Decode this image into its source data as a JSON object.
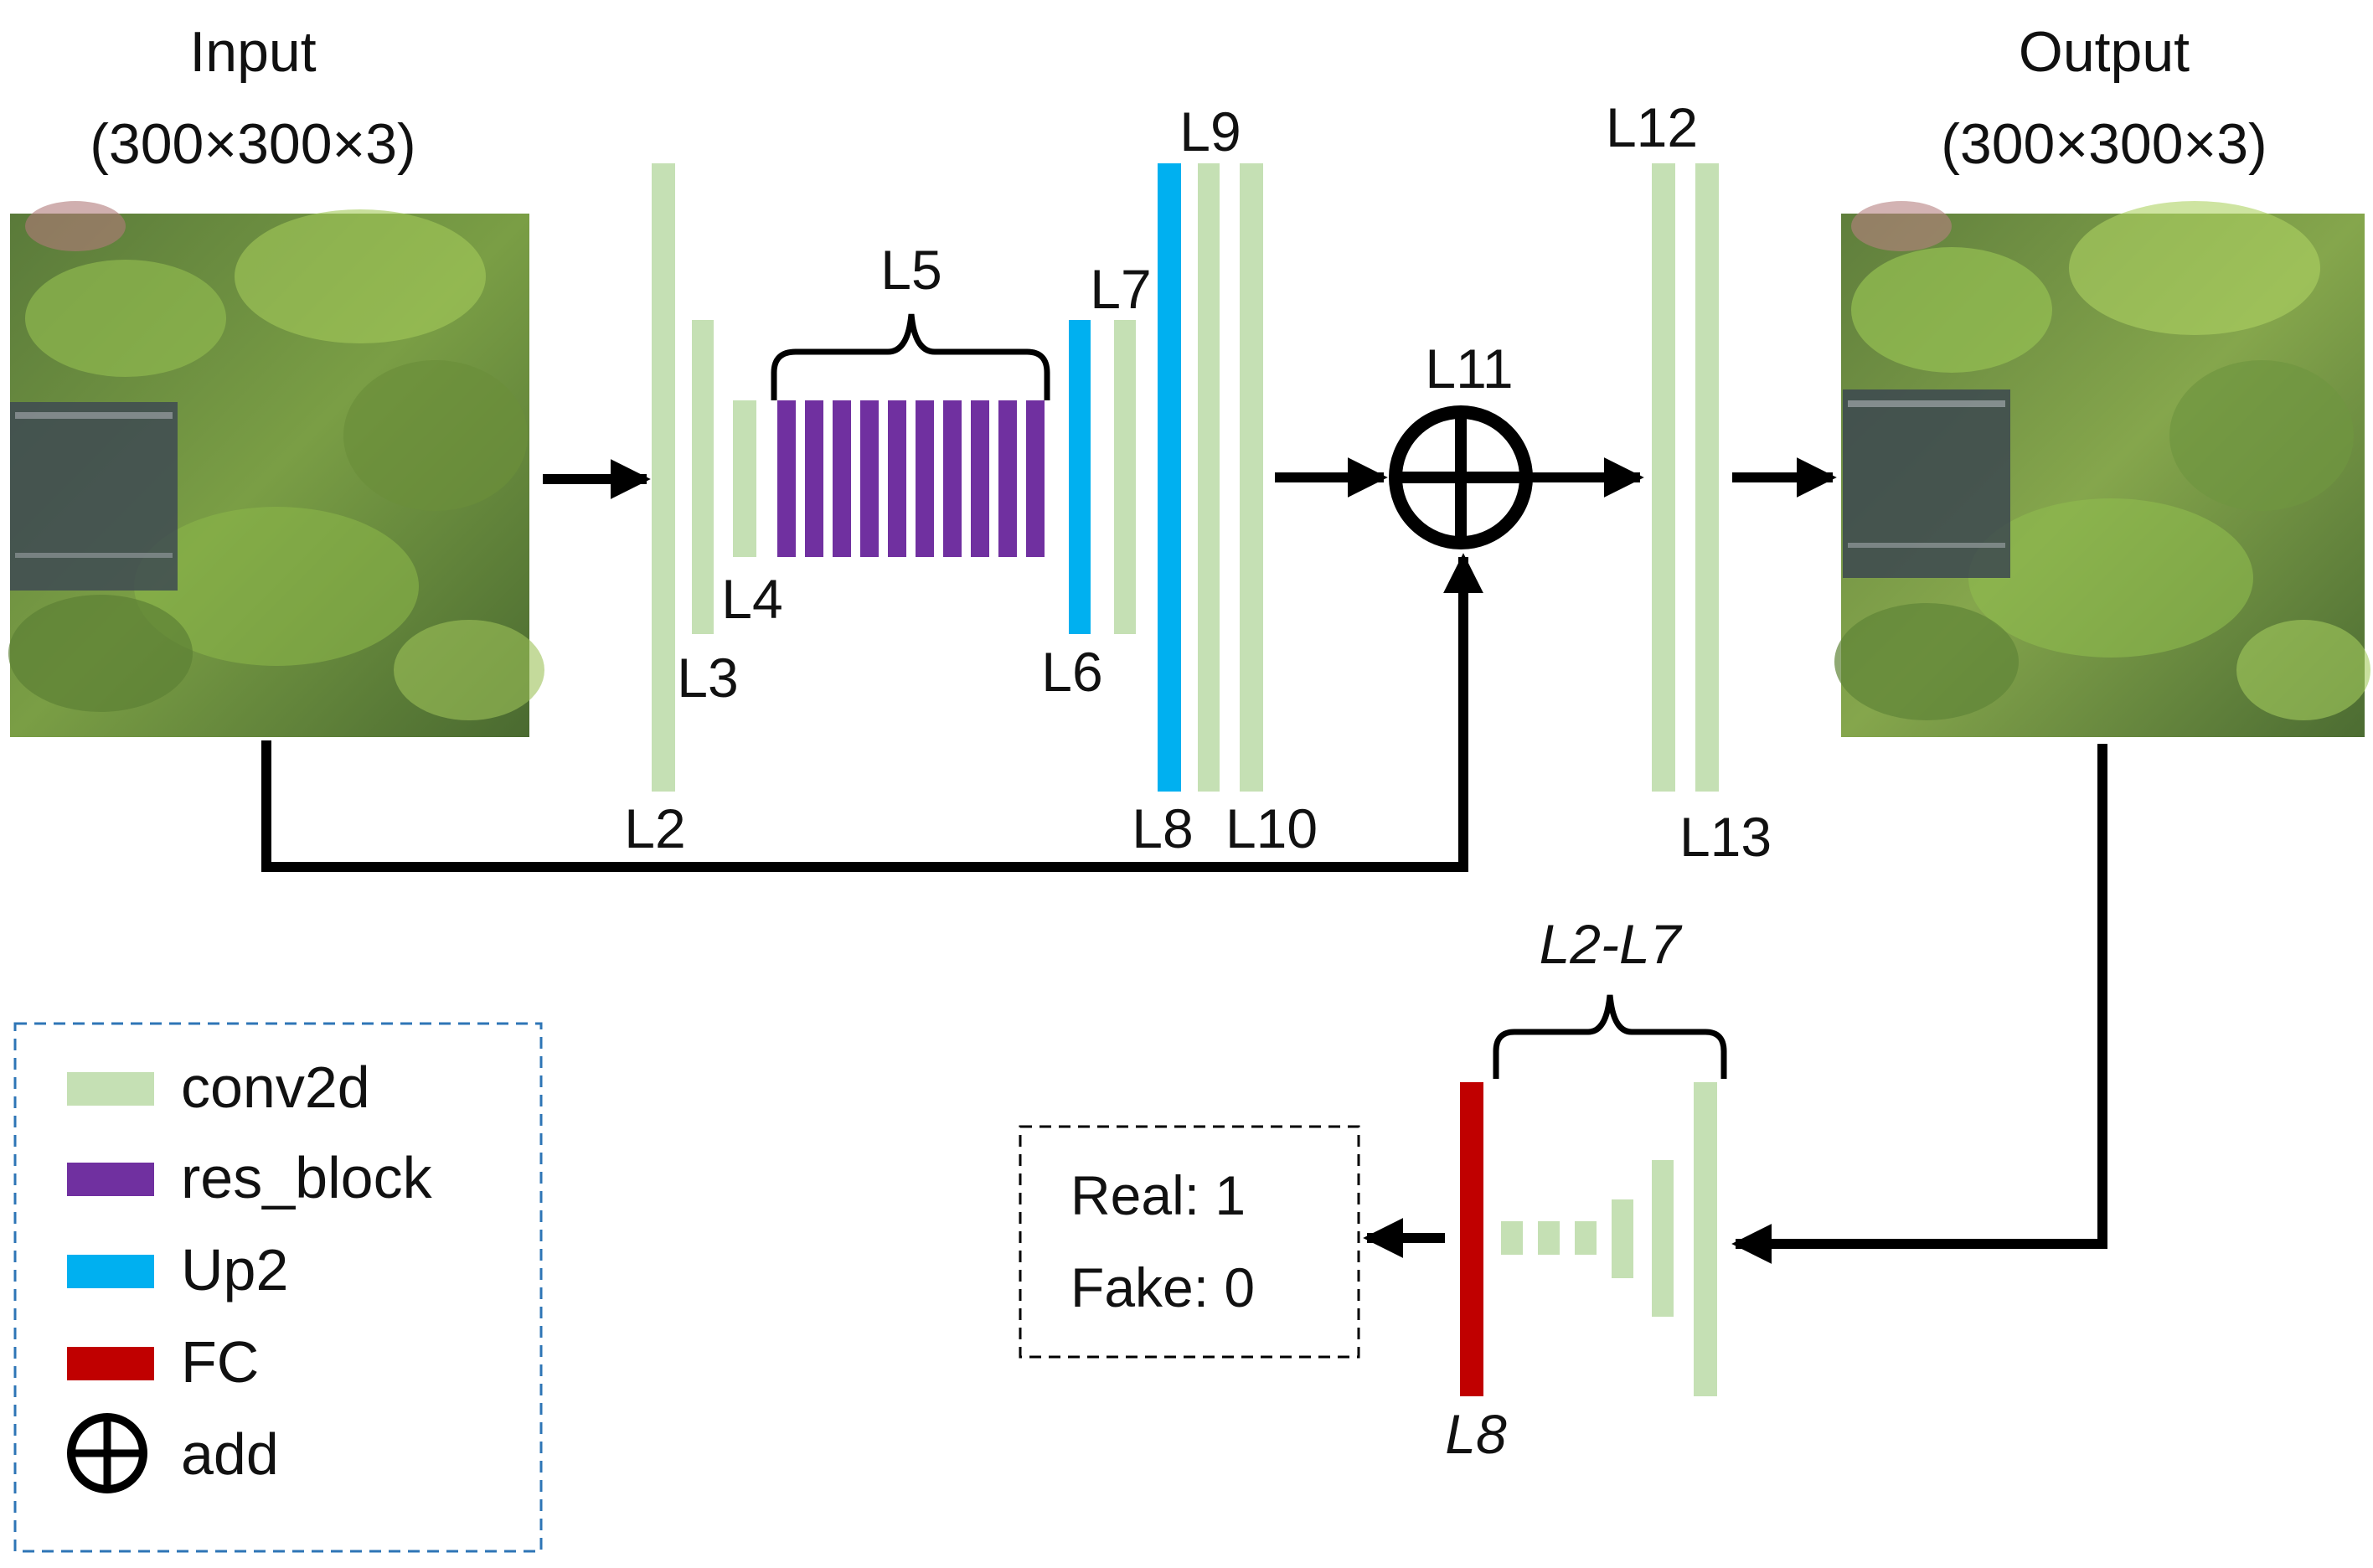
{
  "input": {
    "title": "Input",
    "dims": "(300×300×3)"
  },
  "output": {
    "title": "Output",
    "dims": "(300×300×3)"
  },
  "layers": {
    "L2": "L2",
    "L3": "L3",
    "L4": "L4",
    "L5": "L5",
    "L6": "L6",
    "L7": "L7",
    "L8": "L8",
    "L9": "L9",
    "L10": "L10",
    "L11": "L11",
    "L12": "L12",
    "L13": "L13"
  },
  "discriminator": {
    "range_label": "L2-L7",
    "fc_label": "L8",
    "real": "Real: 1",
    "fake": "Fake: 0"
  },
  "legend": {
    "items": [
      {
        "label": "conv2d",
        "color": "#c5e0b4"
      },
      {
        "label": "res_block",
        "color": "#7030a0"
      },
      {
        "label": "Up2",
        "color": "#00b0f0"
      },
      {
        "label": "FC",
        "color": "#c00000"
      },
      {
        "label": "add",
        "icon": "add-circle-icon"
      }
    ]
  },
  "colors": {
    "conv2d": "#c5e0b4",
    "res_block": "#7030a0",
    "up2": "#00b0f0",
    "fc": "#c00000",
    "legend_border": "#2e75b6"
  }
}
